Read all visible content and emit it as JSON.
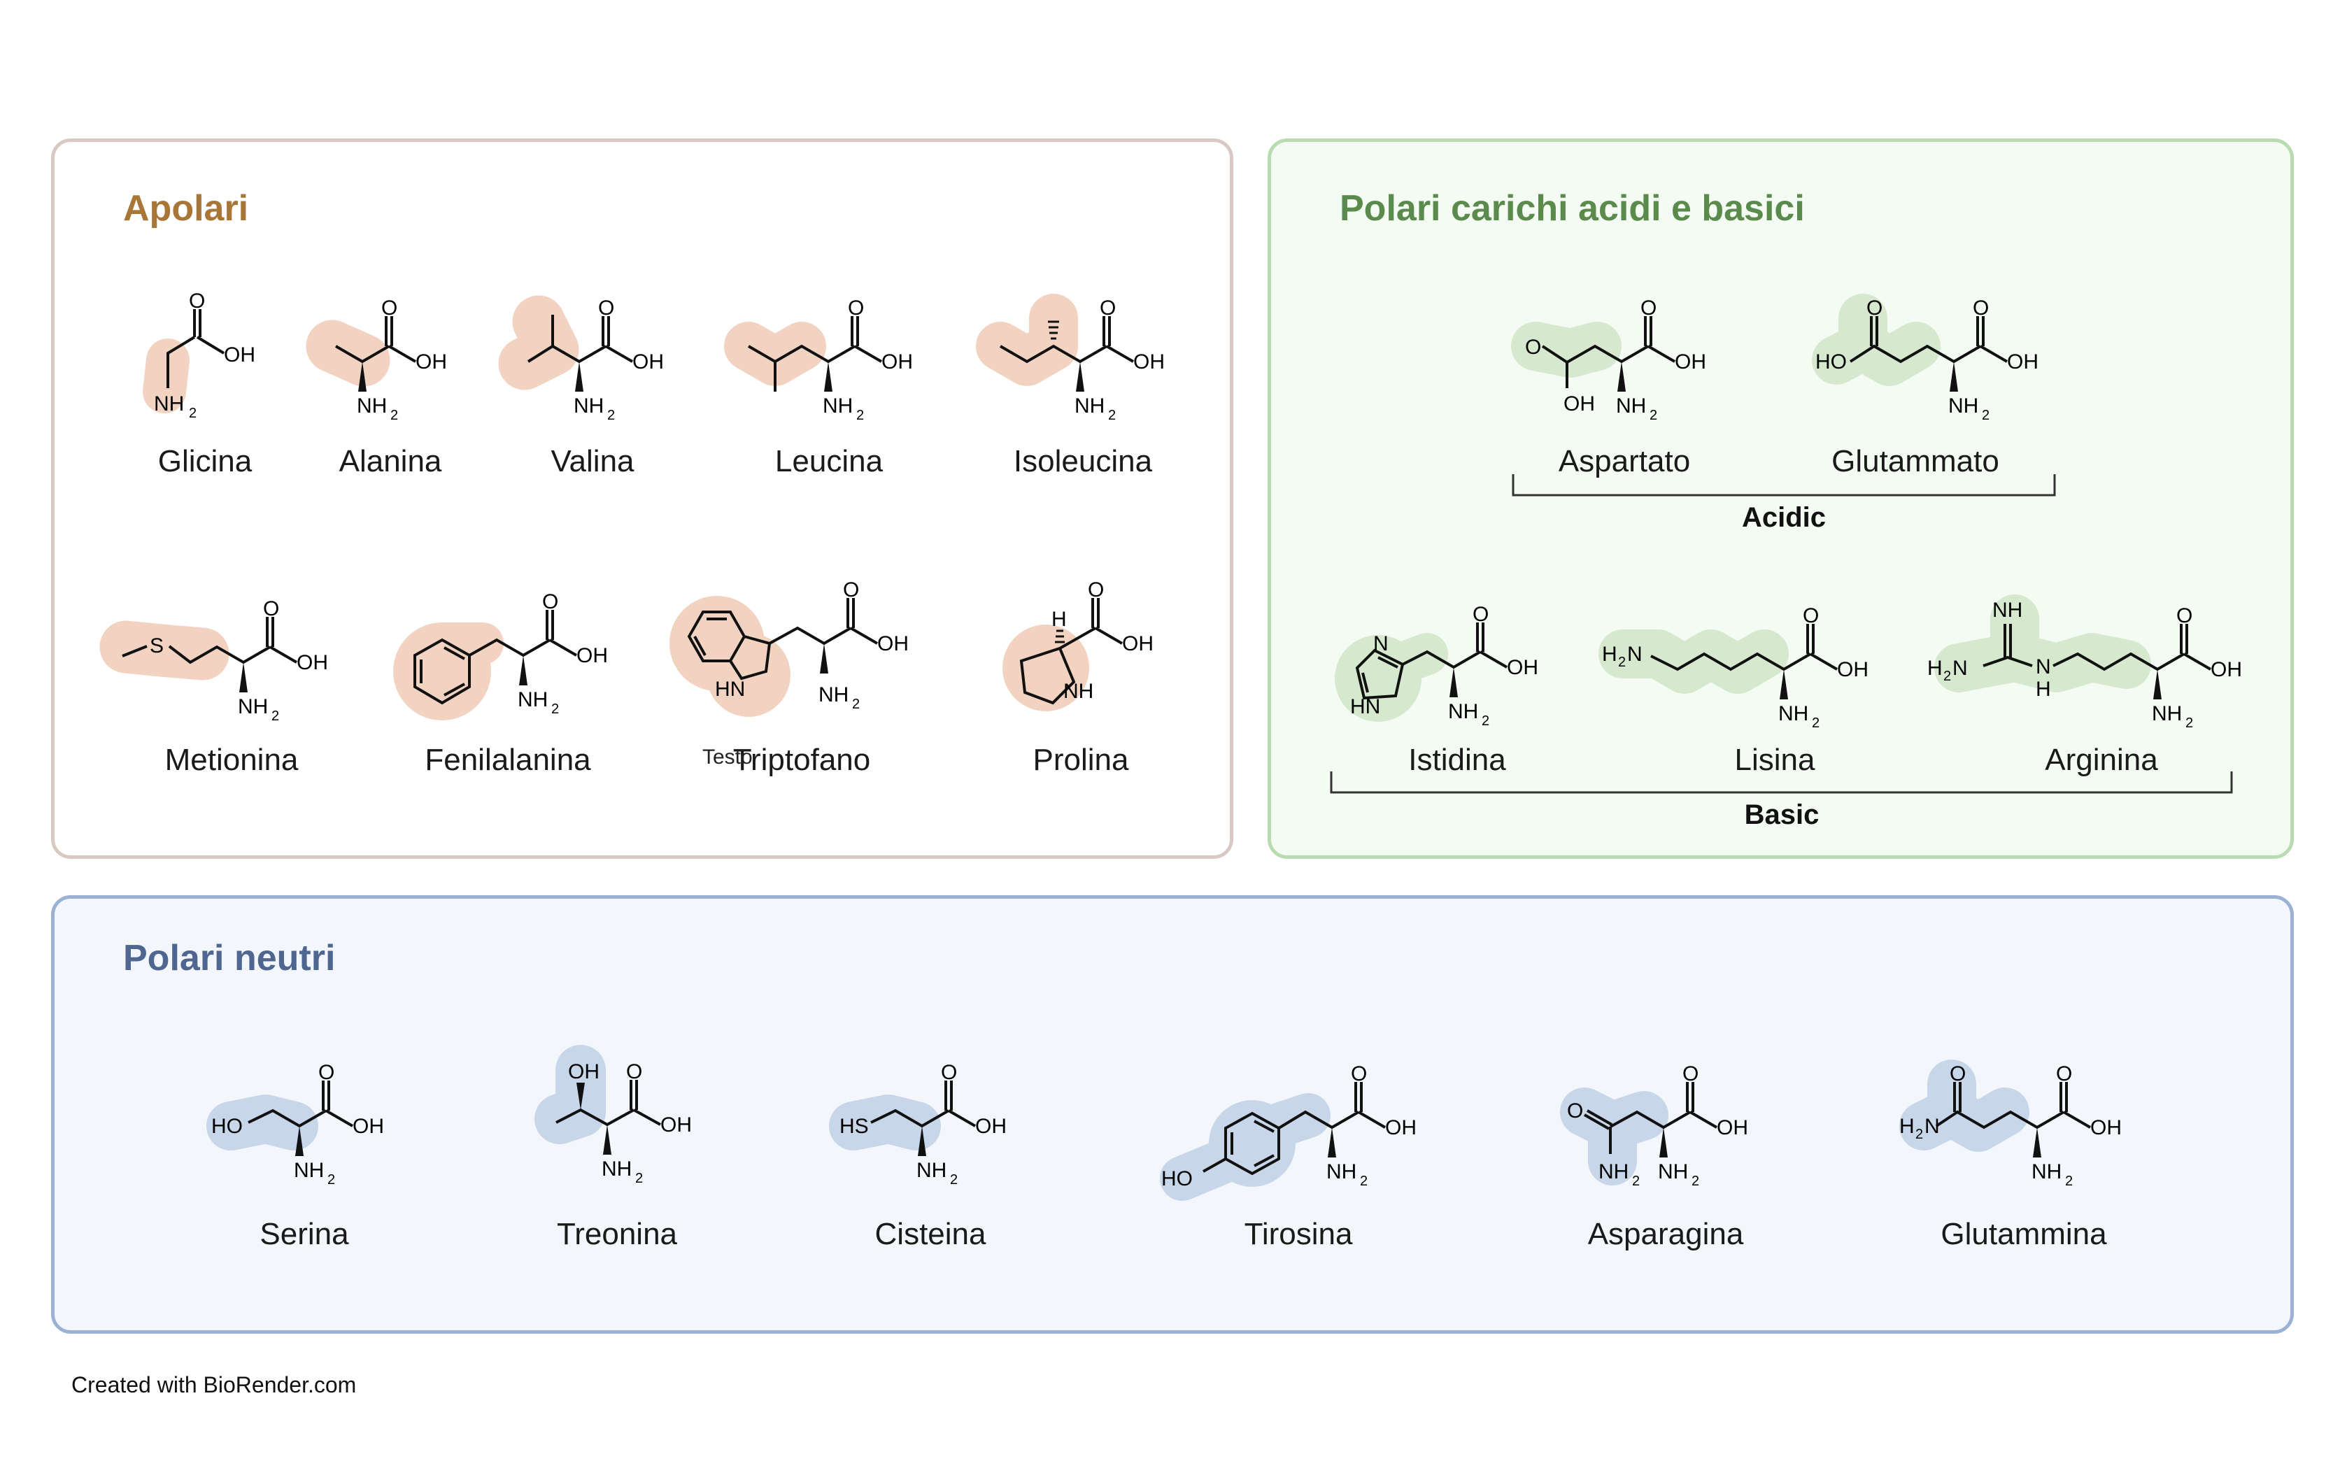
{
  "panels": {
    "apolar": {
      "title": "Apolari",
      "highlight_color": "#f2d3c1"
    },
    "charged": {
      "title": "Polari carichi acidi e basici",
      "highlight_color": "#d6e8cd",
      "groups": {
        "acidic": "Acidic",
        "basic": "Basic"
      }
    },
    "neutral": {
      "title": "Polari neutri",
      "highlight_color": "#c8d6ea"
    }
  },
  "amino_acids": {
    "glicina": "Glicina",
    "alanina": "Alanina",
    "valina": "Valina",
    "leucina": "Leucina",
    "isoleucina": "Isoleucina",
    "metionina": "Metionina",
    "fenilalanina": "Fenilalanina",
    "triptofano": "Triptofano",
    "prolina": "Prolina",
    "aspartato": "Aspartato",
    "glutammato": "Glutammato",
    "istidina": "Istidina",
    "lisina": "Lisina",
    "arginina": "Arginina",
    "serina": "Serina",
    "treonina": "Treonina",
    "cisteina": "Cisteina",
    "tirosina": "Tirosina",
    "asparagina": "Asparagina",
    "glutammina": "Glutammina"
  },
  "atoms": {
    "O": "O",
    "OH": "OH",
    "HO": "HO",
    "NH2": "NH",
    "H2N_pre": "H",
    "H2N_post": "N",
    "sub2": "2",
    "S": "S",
    "HS": "HS",
    "HN": "HN",
    "NH": "NH",
    "N": "N",
    "H": "H"
  },
  "stray_label": "Testo",
  "footer": "Created with BioRender.com"
}
